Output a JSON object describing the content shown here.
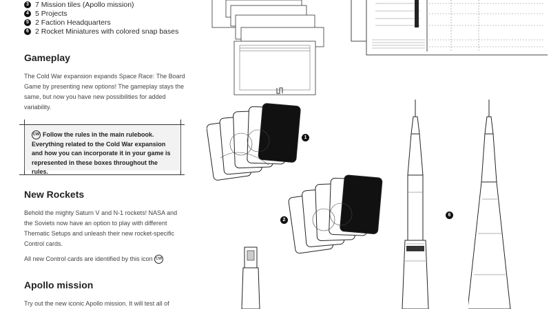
{
  "components": [
    {
      "num": "3",
      "label": "7 Mission tiles (Apollo mission)"
    },
    {
      "num": "4",
      "label": "5 Projects"
    },
    {
      "num": "5",
      "label": "2 Faction Headquarters"
    },
    {
      "num": "6",
      "label": "2 Rocket Miniatures with colored snap bases"
    }
  ],
  "gameplay": {
    "heading": "Gameplay",
    "body": "The Cold War expansion expands Space Race: The Board Game by presenting new options! The gameplay stays the same, but now you have new possibilities for added variability.",
    "box_icon": "CW",
    "box_text": "Follow the rules in the main rulebook. Everything related to the Cold War expansion and how you can incorporate it in your game is represented in these boxes throughout the rules."
  },
  "new_rockets": {
    "heading": "New Rockets",
    "body": "Behold the mighty Saturn V and N-1 rockets! NASA and the Soviets now have an option to play with different Thematic Setups and unleash their new rocket-specific Control cards.",
    "icon_note": "All new Control cards are identified by this icon",
    "icon": "CW"
  },
  "apollo": {
    "heading": "Apollo mission",
    "body": "Try out the new iconic Apollo mission. It will test all of"
  },
  "callouts": [
    "1",
    "2",
    "6"
  ]
}
